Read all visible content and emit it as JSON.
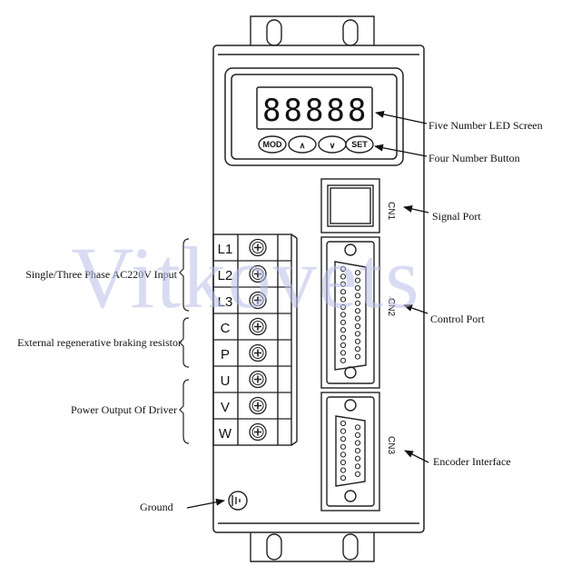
{
  "watermark": "Vitkovets",
  "display": {
    "digits": "88888"
  },
  "buttons": {
    "mod": "MOD",
    "up": "∧",
    "down": "∨",
    "set": "SET"
  },
  "ports": {
    "cn1": "CN1",
    "cn2": "CN2",
    "cn3": "CN3"
  },
  "terminals": [
    "L1",
    "L2",
    "L3",
    "C",
    "P",
    "U",
    "V",
    "W"
  ],
  "callouts": {
    "led_screen": "Five Number LED Screen",
    "buttons": "Four Number Button",
    "signal_port": "Signal Port",
    "control_port": "Control Port",
    "encoder_interface": "Encoder Interface",
    "ac_input": "Single/Three Phase AC220V Input",
    "brake_resistor": "External regenerative braking resistor",
    "power_output": "Power Output Of Driver",
    "ground": "Ground"
  }
}
